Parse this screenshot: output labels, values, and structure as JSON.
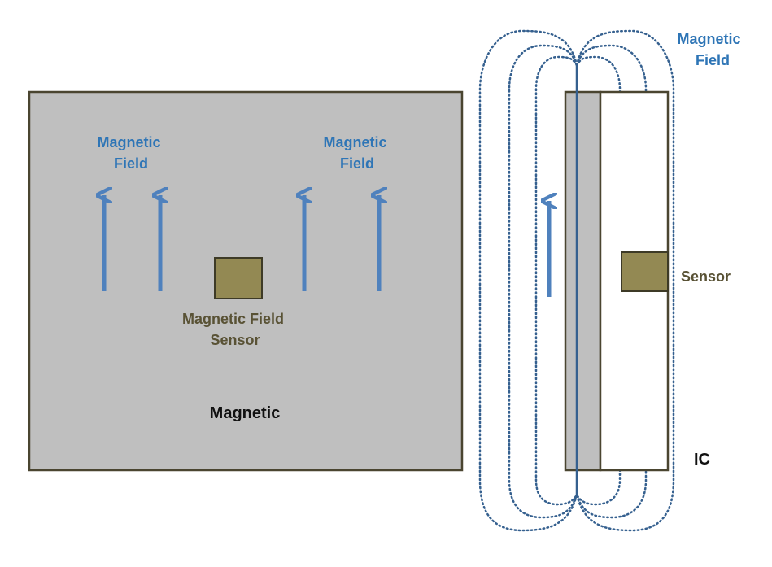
{
  "left_panel": {
    "field_label_left": [
      "Magnetic",
      "Field"
    ],
    "field_label_right": [
      "Magnetic",
      "Field"
    ],
    "sensor_label": [
      "Magnetic Field",
      "Sensor"
    ],
    "magnet_label": "Magnetic"
  },
  "right_panel": {
    "field_label": [
      "Magnetic",
      "Field"
    ],
    "sensor_label": "Sensor",
    "ic_label": "IC"
  },
  "colors": {
    "magnet_fill": "#bfbfbf",
    "outline": "#4a4530",
    "sensor_fill": "#938953",
    "arrow": "#4f81bd",
    "field_line": "#35608f",
    "label_blue": "#2e75b6",
    "label_olive": "#595235"
  }
}
